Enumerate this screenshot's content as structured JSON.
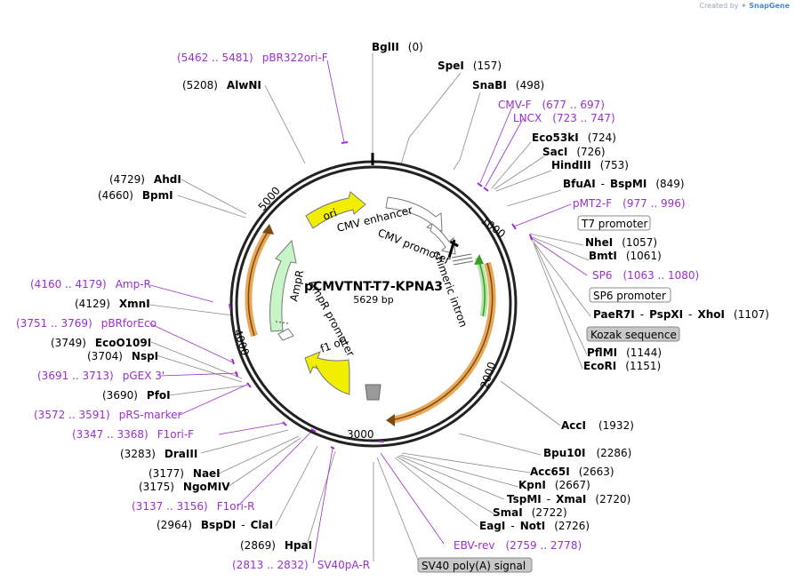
{
  "credit": {
    "prefix": "Created by",
    "brand": "SnapGene"
  },
  "plasmid": {
    "name": "pCMVTNT-T7-KPNA3",
    "size": "5629 bp"
  },
  "ticks": [
    "1000",
    "2000",
    "3000",
    "4000",
    "5000"
  ],
  "features": {
    "ori": "ori",
    "cmv_enhancer": "CMV enhancer",
    "cmv_promoter": "CMV promoter",
    "chimeric_intron": "chimeric intron",
    "ampr": "AmpR",
    "ampr_promoter": "AmpR promoter",
    "f1_ori": "f1 ori"
  },
  "sites": {
    "bglII": {
      "name": "BglII",
      "pos": "(0)"
    },
    "speI": {
      "name": "SpeI",
      "pos": "(157)"
    },
    "snaBI": {
      "name": "SnaBI",
      "pos": "(498)"
    },
    "eco53kI": {
      "name": "Eco53kI",
      "pos": "(724)"
    },
    "sacI": {
      "name": "SacI",
      "pos": "(726)"
    },
    "hindIII": {
      "name": "HindIII",
      "pos": "(753)"
    },
    "bfuAI": {
      "name": "BfuAI",
      "sep": "-",
      "name2": "BspMI",
      "pos": "(849)"
    },
    "nheI": {
      "name": "NheI",
      "pos": "(1057)"
    },
    "bmtI": {
      "name": "BmtI",
      "pos": "(1061)"
    },
    "paeR7I": {
      "name": "PaeR7I",
      "sep": "-",
      "name2": "PspXI",
      "sep2": "-",
      "name3": "XhoI",
      "pos": "(1107)"
    },
    "pflMI": {
      "name": "PflMI",
      "pos": "(1144)"
    },
    "ecoRI": {
      "name": "EcoRI",
      "pos": "(1151)"
    },
    "accI": {
      "name": "AccI",
      "pos": "(1932)"
    },
    "bpu10I": {
      "name": "Bpu10I",
      "pos": "(2286)"
    },
    "acc65I": {
      "name": "Acc65I",
      "pos": "(2663)"
    },
    "kpnI": {
      "name": "KpnI",
      "pos": "(2667)"
    },
    "tspMI": {
      "name": "TspMI",
      "sep": "-",
      "name2": "XmaI",
      "pos": "(2720)"
    },
    "smaI": {
      "name": "SmaI",
      "pos": "(2722)"
    },
    "eagI": {
      "name": "EagI",
      "sep": "-",
      "name2": "NotI",
      "pos": "(2726)"
    },
    "hpaI": {
      "name": "HpaI",
      "pos": "(2869)"
    },
    "bspDI": {
      "name": "BspDI",
      "sep": "-",
      "name2": "ClaI",
      "pos": "(2964)"
    },
    "ngoMIV": {
      "name": "NgoMIV",
      "pos": "(3175)"
    },
    "naeI": {
      "name": "NaeI",
      "pos": "(3177)"
    },
    "draIII": {
      "name": "DraIII",
      "pos": "(3283)"
    },
    "pfoI": {
      "name": "PfoI",
      "pos": "(3690)"
    },
    "nspI": {
      "name": "NspI",
      "pos": "(3704)"
    },
    "ecoO109I": {
      "name": "EcoO109I",
      "pos": "(3749)"
    },
    "xmnI": {
      "name": "XmnI",
      "pos": "(4129)"
    },
    "bpmI": {
      "name": "BpmI",
      "pos": "(4660)"
    },
    "ahdI": {
      "name": "AhdI",
      "pos": "(4729)"
    },
    "alwNI": {
      "name": "AlwNI",
      "pos": "(5208)"
    }
  },
  "primers": {
    "pbr322ori_f": {
      "range": "(5462 .. 5481)",
      "name": "pBR322ori-F"
    },
    "cmv_f": {
      "name": "CMV-F",
      "range": "(677 .. 697)"
    },
    "lncx": {
      "name": "LNCX",
      "range": "(723 .. 747)"
    },
    "pmt2_f": {
      "name": "pMT2-F",
      "range": "(977 .. 996)"
    },
    "sp6": {
      "name": "SP6",
      "range": "(1063 .. 1080)"
    },
    "amp_r": {
      "range": "(4160 .. 4179)",
      "name": "Amp-R"
    },
    "pbrforeco": {
      "range": "(3751 .. 3769)",
      "name": "pBRforEco"
    },
    "pgex3": {
      "range": "(3691 .. 3713)",
      "name": "pGEX 3'"
    },
    "prs_marker": {
      "range": "(3572 .. 3591)",
      "name": "pRS-marker"
    },
    "f1ori_f": {
      "range": "(3347 .. 3368)",
      "name": "F1ori-F"
    },
    "f1ori_r": {
      "range": "(3137 .. 3156)",
      "name": "F1ori-R"
    },
    "sv40pa_r": {
      "range": "(2813 .. 2832)",
      "name": "SV40pA-R"
    },
    "ebv_rev": {
      "name": "EBV-rev",
      "range": "(2759 .. 2778)"
    }
  },
  "boxes": {
    "t7_promoter": "T7 promoter",
    "sp6_promoter": "SP6 promoter",
    "kozak": "Kozak sequence",
    "sv40_polya": "SV40 poly(A) signal"
  },
  "colors": {
    "ori": "#f2ee00",
    "f1_ori": "#f2ee00",
    "ampr": "#c8f5c8",
    "cds_outline": "#e8a857",
    "orf_brown": "#7b4a12",
    "green_orf": "#3a9a2a",
    "primer": "#9b2fcf",
    "box_gray": "#c8c8c8"
  }
}
